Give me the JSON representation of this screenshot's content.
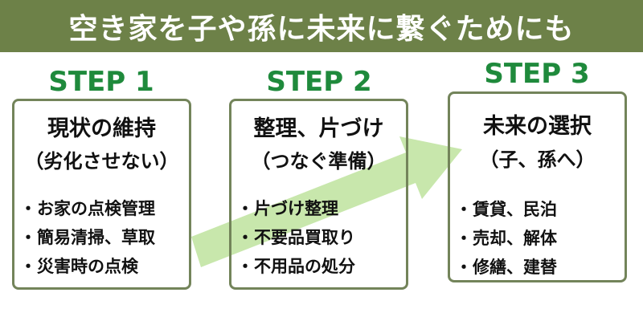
{
  "title": "空き家を子や孫に未来に繋ぐためにも",
  "colors": {
    "header_bg": "#6d8148",
    "step_label": "#1f8a3c",
    "card_border": "#73845a",
    "arrow": "#c5e6a8"
  },
  "steps": [
    {
      "label": "STEP 1",
      "title": "現状の維持",
      "subtitle": "（劣化させない）",
      "items": [
        "お家の点検管理",
        "簡易清掃、草取",
        "災害時の点検"
      ]
    },
    {
      "label": "STEP 2",
      "title": "整理、片づけ",
      "subtitle": "（つなぐ準備）",
      "items": [
        "片づけ整理",
        "不要品買取り",
        "不用品の処分"
      ]
    },
    {
      "label": "STEP 3",
      "title": "未来の選択",
      "subtitle": "（子、孫へ）",
      "items": [
        "賃貸、民泊",
        "売却、解体",
        "修繕、建替"
      ]
    }
  ]
}
